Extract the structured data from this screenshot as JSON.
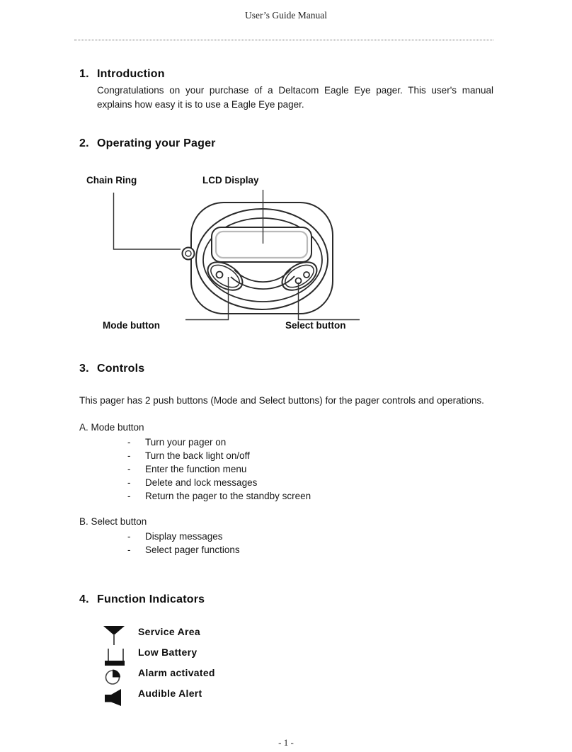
{
  "header": {
    "title": "User’s Guide Manual"
  },
  "footer": {
    "page_number": "- 1 -"
  },
  "list_dash": "-",
  "sections": {
    "intro": {
      "number": "1.",
      "title": "Introduction",
      "body": "Congratulations on your purchase of a Deltacom Eagle Eye pager. This user's manual explains how easy it is to use a Eagle Eye pager."
    },
    "operating": {
      "number": "2.",
      "title": "Operating your Pager"
    },
    "controls": {
      "number": "3.",
      "title": "Controls",
      "body": "This pager has 2 push buttons (Mode and Select buttons) for the pager controls and operations."
    },
    "indicators": {
      "number": "4.",
      "title": "Function Indicators"
    }
  },
  "diagram": {
    "chain_ring_label": "Chain Ring",
    "lcd_label": "LCD Display",
    "mode_label": "Mode button",
    "select_label": "Select button"
  },
  "mode_button": {
    "heading": "A. Mode button",
    "items": [
      "Turn your pager on",
      "Turn the back light on/off",
      "Enter the function menu",
      "Delete and lock messages",
      "Return the pager to the standby screen"
    ]
  },
  "select_button": {
    "heading": "B. Select button",
    "items": [
      "Display messages",
      "Select pager functions"
    ]
  },
  "indicators": [
    {
      "icon": "antenna-icon",
      "label": "Service Area"
    },
    {
      "icon": "battery-low-icon",
      "label": "Low Battery"
    },
    {
      "icon": "alarm-clock-icon",
      "label": "Alarm activated"
    },
    {
      "icon": "speaker-icon",
      "label": "Audible Alert"
    }
  ],
  "colors": {
    "ink": "#111111",
    "line_art": "#2a2a2a",
    "lcd_inner_border": "#b9b9b9",
    "paper": "#ffffff"
  }
}
